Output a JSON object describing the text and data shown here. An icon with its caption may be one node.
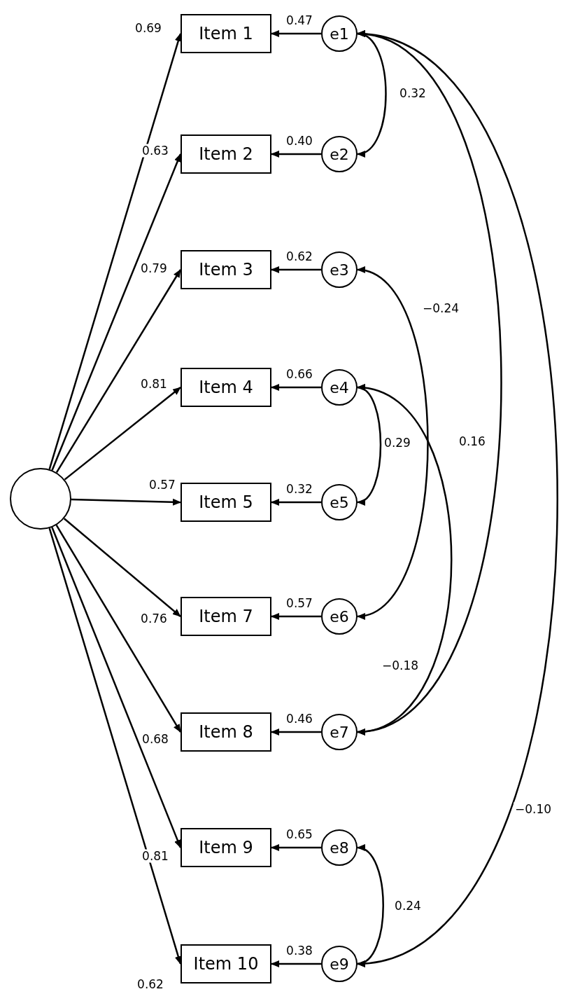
{
  "diagram": {
    "nodes": [
      {
        "text": [],
        "shape": "circle"
      },
      {
        "text": [
          "Item 1"
        ]
      },
      {
        "text": [
          "Item 2"
        ]
      },
      {
        "text": [
          "Item 3"
        ]
      },
      {
        "text": [
          "Item 4"
        ]
      },
      {
        "text": [
          "Item 5"
        ]
      },
      {
        "text": [
          "Item 7"
        ]
      },
      {
        "text": [
          "Item 8"
        ]
      },
      {
        "text": [
          "Item 9"
        ]
      },
      {
        "text": [
          "Item 10"
        ]
      },
      {
        "text": [
          "e1"
        ]
      },
      {
        "text": [
          "e2"
        ]
      },
      {
        "text": [
          "e3"
        ]
      },
      {
        "text": [
          "e4"
        ]
      },
      {
        "text": [
          "e5"
        ]
      },
      {
        "text": [
          "e6"
        ]
      },
      {
        "text": [
          "e7"
        ]
      },
      {
        "text": [
          "e8"
        ]
      },
      {
        "text": [
          "e9"
        ]
      }
    ],
    "edges": [
      {
        "from": 0,
        "to": 1,
        "arrow": "to",
        "label": "0.69"
      },
      {
        "from": 0,
        "to": 2,
        "arrow": "to",
        "label": "0.63"
      },
      {
        "from": 0,
        "to": 3,
        "arrow": "to",
        "label": "0.79"
      },
      {
        "from": 0,
        "to": 4,
        "arrow": "to",
        "label": "0.81"
      },
      {
        "from": 0,
        "to": 5,
        "arrow": "to",
        "label": "0.57"
      },
      {
        "from": 0,
        "to": 6,
        "arrow": "to",
        "label": "0.76"
      },
      {
        "from": 0,
        "to": 7,
        "arrow": "to",
        "label": "0.68"
      },
      {
        "from": 0,
        "to": 8,
        "arrow": "to",
        "label": "0.81"
      },
      {
        "from": 0,
        "to": 9,
        "arrow": "to",
        "label": "0.62"
      },
      {
        "from": 10,
        "to": 1,
        "arrow": "to",
        "label": "0.47"
      },
      {
        "from": 11,
        "to": 2,
        "arrow": "to",
        "label": "0.40"
      },
      {
        "from": 12,
        "to": 3,
        "arrow": "to",
        "label": "0.62"
      },
      {
        "from": 13,
        "to": 4,
        "arrow": "to",
        "label": "0.66"
      },
      {
        "from": 14,
        "to": 5,
        "arrow": "to",
        "label": "0.32"
      },
      {
        "from": 15,
        "to": 6,
        "arrow": "to",
        "label": "0.57"
      },
      {
        "from": 16,
        "to": 7,
        "arrow": "to",
        "label": "0.46"
      },
      {
        "from": 17,
        "to": 8,
        "arrow": "to",
        "label": "0.65"
      },
      {
        "from": 18,
        "to": 9,
        "arrow": "to",
        "label": "0.38"
      },
      {
        "from": 10,
        "to": 11,
        "arrow": "both",
        "label": "0.32"
      },
      {
        "from": 12,
        "to": 15,
        "arrow": "both",
        "label": "−0.24"
      },
      {
        "from": 10,
        "to": 16,
        "arrow": "both",
        "label": "0.16"
      },
      {
        "from": 13,
        "to": 14,
        "arrow": "both",
        "label": "0.29"
      },
      {
        "from": 13,
        "to": 16,
        "arrow": "both",
        "label": "−0.18"
      },
      {
        "from": 10,
        "to": 18,
        "arrow": "both",
        "label": "−0.10"
      },
      {
        "from": 17,
        "to": 18,
        "arrow": "both",
        "label": "0.24"
      }
    ]
  }
}
